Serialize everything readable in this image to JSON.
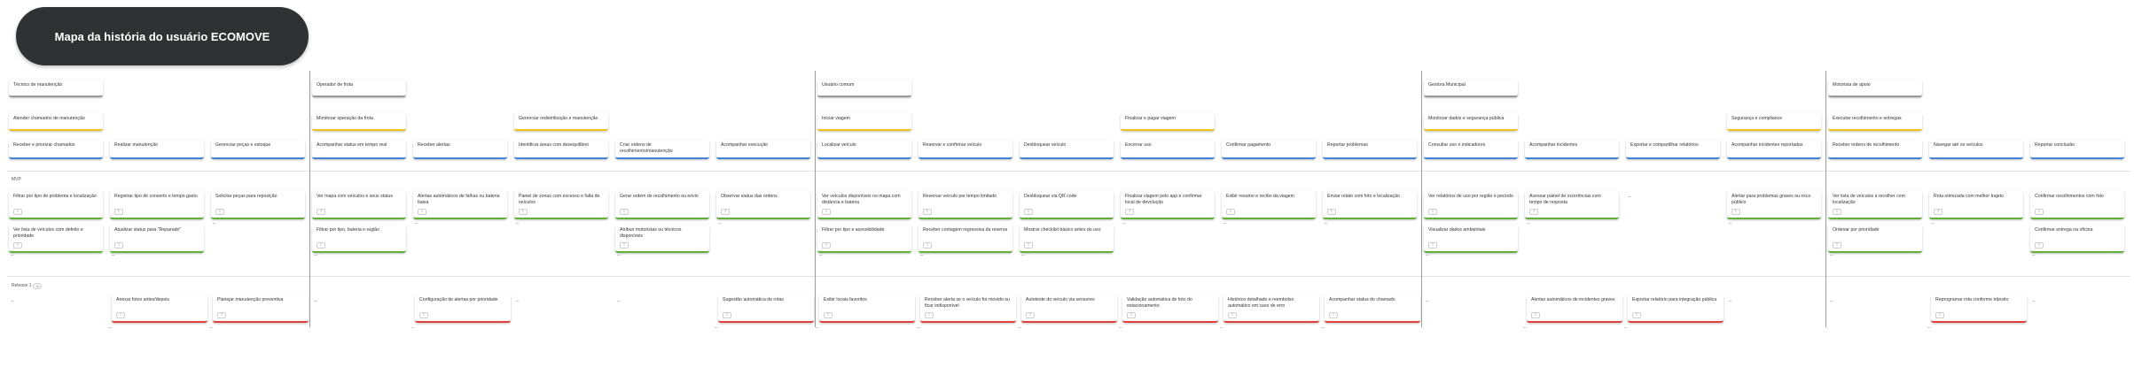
{
  "title": "Mapa da história do usuário ECOMOVE",
  "rows": {
    "mvp_label": "MVP",
    "release_label": "Release 1",
    "release_count": "16"
  },
  "colors": {
    "persona": "#9a9a9a",
    "activity": "#f2c316",
    "step": "#3f83d6",
    "mvp_story": "#5fb236",
    "release_story": "#e0403b"
  },
  "columns": [
    {
      "persona": "Técnico de manutenção",
      "activity": "Atender chamados de manutenção",
      "step": "Receber e priorizar chamados",
      "mvp": [
        "Filtrar por tipo de problema e localização",
        "Ver lista de veículos com defeito e prioridade"
      ],
      "release": []
    },
    {
      "persona": "",
      "activity": "",
      "step": "Realizar manutenção",
      "mvp": [
        "Registrar tipo de conserto e tempo gasto",
        "Atualizar status para \"Reparado\""
      ],
      "release": [
        "Anexar fotos antes/depois"
      ]
    },
    {
      "persona": "",
      "activity": "",
      "step": "Gerenciar peças e estoque",
      "mvp": [
        "Solicitar peças para reposição"
      ],
      "release": [
        "Planejar manutenção preventiva"
      ]
    },
    {
      "persona": "Operador de frota",
      "activity": "Monitorar operação da frota",
      "step": "Acompanhar status em tempo real",
      "mvp": [
        "Ver mapa com veículos e seus status",
        "Filtrar por tipo, bateria e região"
      ],
      "release": []
    },
    {
      "persona": "",
      "activity": "",
      "step": "Receber alertas",
      "mvp": [
        "Alertas automáticos de falhas ou bateria baixa"
      ],
      "release": [
        "Configuração de alertas por prioridade"
      ]
    },
    {
      "persona": "",
      "activity": "Gerenciar redistribuição e manutenção",
      "step": "Identificar áreas com desequilíbrio",
      "mvp": [
        "Painel de zonas com excesso e falta de veículos"
      ],
      "release": []
    },
    {
      "persona": "",
      "activity": "",
      "step": "Criar ordens de recolhimento/manutenção",
      "mvp": [
        "Gerar ordem de recolhimento ou envio",
        "Atribuir motoristas ou técnicos disponíveis"
      ],
      "release": []
    },
    {
      "persona": "",
      "activity": "",
      "step": "Acompanhar execução",
      "mvp": [
        "Observar status das ordens"
      ],
      "release": [
        "Sugestão automática de rotas"
      ]
    },
    {
      "persona": "Usuário comum",
      "activity": "Iniciar viagem",
      "step": "Localizar veículo",
      "mvp": [
        "Ver veículos disponíveis no mapa com distância e bateria",
        "Filtrar por tipo e acessibilidade"
      ],
      "release": [
        "Exibir locais favoritos"
      ]
    },
    {
      "persona": "",
      "activity": "",
      "step": "Reservar e confirmar veículo",
      "mvp": [
        "Reservar veículo por tempo limitado",
        "Receber contagem regressiva da reserva"
      ],
      "release": [
        "Receber alerta se o veículo for movido ou ficar indisponível"
      ]
    },
    {
      "persona": "",
      "activity": "",
      "step": "Desbloquear veículo",
      "mvp": [
        "Desbloquear via QR code",
        "Mostrar checklist básico antes do uso"
      ],
      "release": [
        "Autoteste do veículo via sensores"
      ]
    },
    {
      "persona": "",
      "activity": "Finalizar e pagar viagem",
      "step": "Encerrar uso",
      "mvp": [
        "Finalizar viagem pelo app e confirmar local de devolução"
      ],
      "release": [
        "Validação automática de foto do estacionamento"
      ]
    },
    {
      "persona": "",
      "activity": "",
      "step": "Confirmar pagamento",
      "mvp": [
        "Exibir resumo e recibo da viagem"
      ],
      "release": [
        "Histórico detalhado e reembolso automático em caso de erro"
      ]
    },
    {
      "persona": "",
      "activity": "",
      "step": "Reportar problemas",
      "mvp": [
        "Enviar relato com foto e localização"
      ],
      "release": [
        "Acompanhar status do chamado"
      ]
    },
    {
      "persona": "Gestora Municipal",
      "activity": "Monitorar dados e segurança pública",
      "step": "Consultar uso e indicadores",
      "mvp": [
        "Ver relatórios de uso por região e período",
        "Visualizar dados ambientais"
      ],
      "release": []
    },
    {
      "persona": "",
      "activity": "",
      "step": "Acompanhar incidentes",
      "mvp": [
        "Acessar painel de ocorrências com tempo de resposta"
      ],
      "release": [
        "Alertas automáticos de incidentes graves"
      ]
    },
    {
      "persona": "",
      "activity": "",
      "step": "Exportar e compartilhar relatórios",
      "mvp": [],
      "release": [
        "Exportar relatório para integração pública"
      ]
    },
    {
      "persona": "",
      "activity": "Segurança e compliance",
      "step": "Acompanhar incidentes reportados",
      "mvp": [
        "Alertar para problemas graves ou risco público"
      ],
      "release": []
    },
    {
      "persona": "Motorista de apoio",
      "activity": "Executar recolhimento e entregas",
      "step": "Receber ordens de recolhimento",
      "mvp": [
        "Ver lista de veículos a recolher com localização",
        "Ordenar por prioridade"
      ],
      "release": []
    },
    {
      "persona": "",
      "activity": "",
      "step": "Navegar até os veículos",
      "mvp": [
        "Rota otimizada com melhor trajeto"
      ],
      "release": [
        "Reprogramar rota conforme trânsito"
      ]
    },
    {
      "persona": "",
      "activity": "",
      "step": "Reportar conclusão",
      "mvp": [
        "Confirmar recolhimentos com foto",
        "Confirmar entrega na oficina"
      ],
      "release": []
    }
  ]
}
